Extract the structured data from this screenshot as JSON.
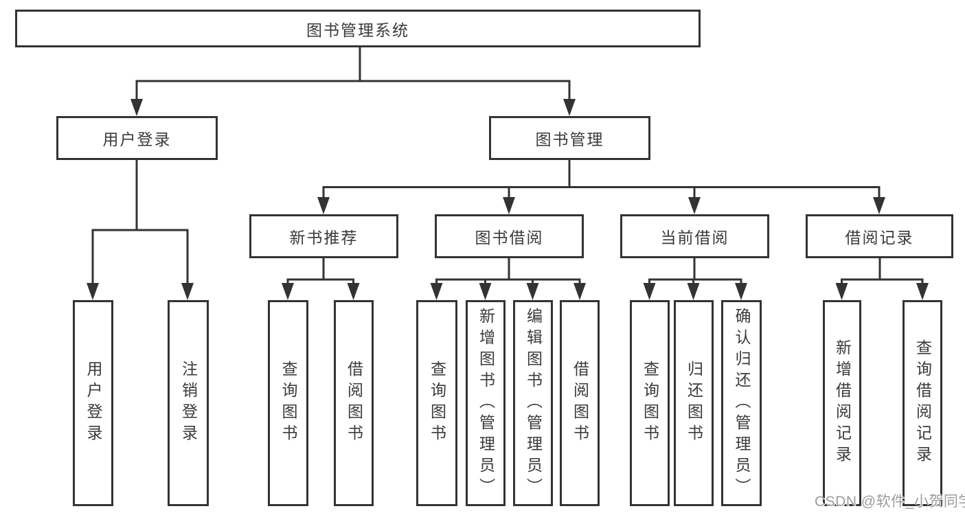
{
  "tree": {
    "root": {
      "label": "图书管理系统"
    },
    "branches": [
      {
        "label": "用户登录",
        "children": [
          {
            "label": "用户登录"
          },
          {
            "label": "注销登录"
          }
        ]
      },
      {
        "label": "图书管理",
        "children": [
          {
            "label": "新书推荐",
            "children": [
              {
                "label": "查询图书"
              },
              {
                "label": "借阅图书"
              }
            ]
          },
          {
            "label": "图书借阅",
            "children": [
              {
                "label": "查询图书"
              },
              {
                "label": "新增图书（管理员）"
              },
              {
                "label": "编辑图书（管理员）"
              },
              {
                "label": "借阅图书"
              }
            ]
          },
          {
            "label": "当前借阅",
            "children": [
              {
                "label": "查询图书"
              },
              {
                "label": "归还图书"
              },
              {
                "label": "确认归还（管理员）"
              }
            ]
          },
          {
            "label": "借阅记录",
            "children": [
              {
                "label": "新增借阅记录"
              },
              {
                "label": "查询借阅记录"
              }
            ]
          }
        ]
      }
    ]
  },
  "watermark": {
    "text": "CSDN @软件_小贺同学"
  },
  "colors": {
    "line": "#333333",
    "box_border": "#333333",
    "text": "#3a3a3a",
    "watermark": "#9c9c9c",
    "background": "#ffffff"
  }
}
